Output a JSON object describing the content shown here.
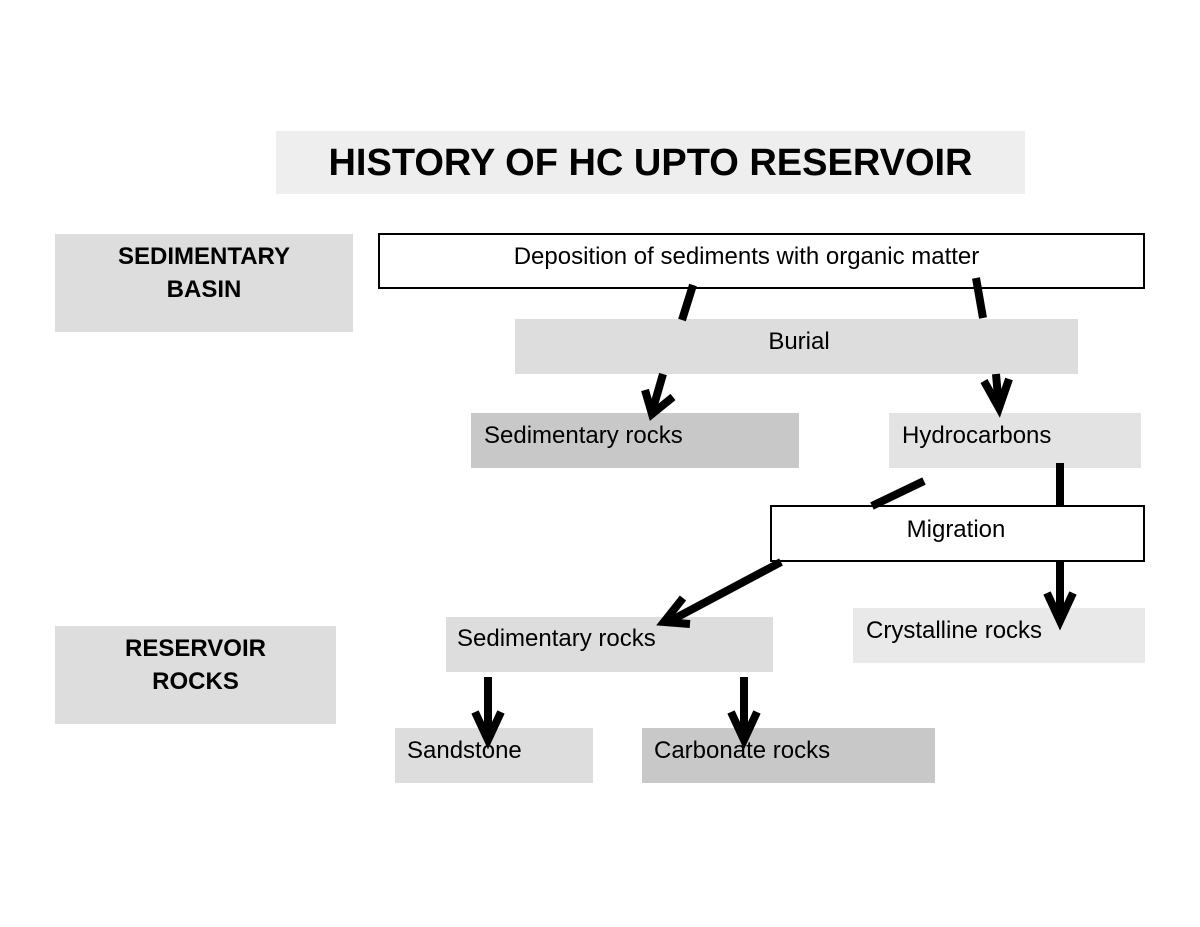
{
  "diagram": {
    "title": "HISTORY OF HC UPTO RESERVOIR",
    "row_labels": {
      "sedimentary_basin_line1": "SEDIMENTARY",
      "sedimentary_basin_line2": "BASIN",
      "reservoir_rocks_line1": "RESERVOIR",
      "reservoir_rocks_line2": "ROCKS"
    },
    "nodes": {
      "deposition": "Deposition of sediments with organic matter",
      "burial": "Burial",
      "sedimentary_rocks_basin": "Sedimentary rocks",
      "hydrocarbons": "Hydrocarbons",
      "migration": "Migration",
      "sedimentary_rocks_reservoir": "Sedimentary rocks",
      "crystalline_rocks": "Crystalline rocks",
      "sandstone": "Sandstone",
      "carbonate_rocks": "Carbonate rocks"
    },
    "colors": {
      "arrow": "#000000",
      "light_box": "#dddddd",
      "dark_box": "#c8c8c8"
    }
  }
}
